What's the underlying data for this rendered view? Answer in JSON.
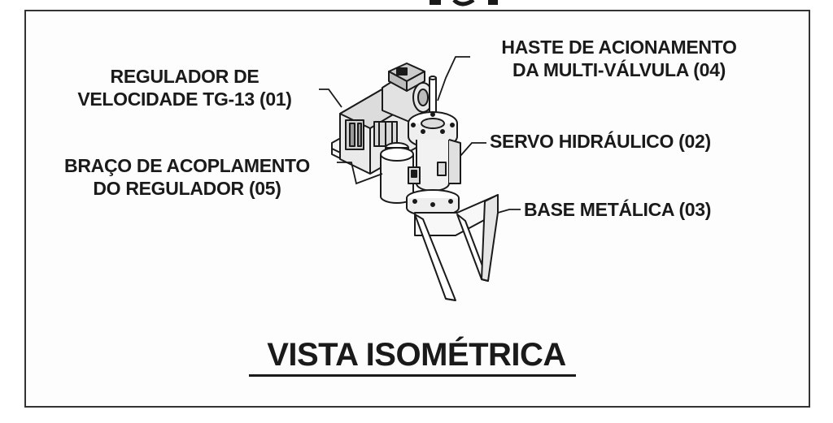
{
  "labels": {
    "regulator": [
      "REGULADOR DE",
      "VELOCIDADE TG-13 (01)"
    ],
    "actuator_rod": [
      "HASTE DE ACIONAMENTO",
      "DA MULTI-VÁLVULA (04)"
    ],
    "hydraulic_servo": "SERVO HIDRÁULICO (02)",
    "coupling_arm": [
      "BRAÇO DE ACOPLAMENTO",
      "DO REGULADOR (05)"
    ],
    "metal_base": "BASE METÁLICA (03)"
  },
  "view_title": "VISTA ISOMÉTRICA",
  "colors": {
    "ink": "#1a1a1a",
    "frame": "#333333",
    "background": "#ffffff"
  }
}
